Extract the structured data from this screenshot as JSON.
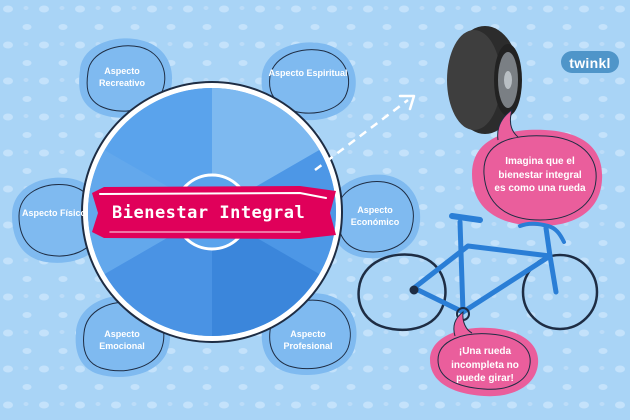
{
  "title": "Bienestar Integral",
  "aspects": [
    {
      "id": "recreativo",
      "label": "Aspecto Recreativo"
    },
    {
      "id": "espiritual",
      "label": "Aspecto Espiritual"
    },
    {
      "id": "fisico",
      "label": "Aspecto Físico"
    },
    {
      "id": "economico",
      "label": "Aspecto Económico"
    },
    {
      "id": "emocional",
      "label": "Aspecto Emocional"
    },
    {
      "id": "profesional",
      "label": "Aspecto Profesional"
    }
  ],
  "bubbles": {
    "top": "Imagina que el bienestar integral es como una rueda",
    "bottom": "¡Una rueda incompleta no puede girar!"
  },
  "logo": "twinkl",
  "colors": {
    "background": "#a9d4f6",
    "aspect_fill": "#7fbaf0",
    "wheel_outline": "#1e2d44",
    "title_banner": "#e0005a",
    "bubble_pink": "#ea5e9c",
    "bicycle_frame": "#2a7ed6",
    "logo_badge": "#4f95c9"
  }
}
